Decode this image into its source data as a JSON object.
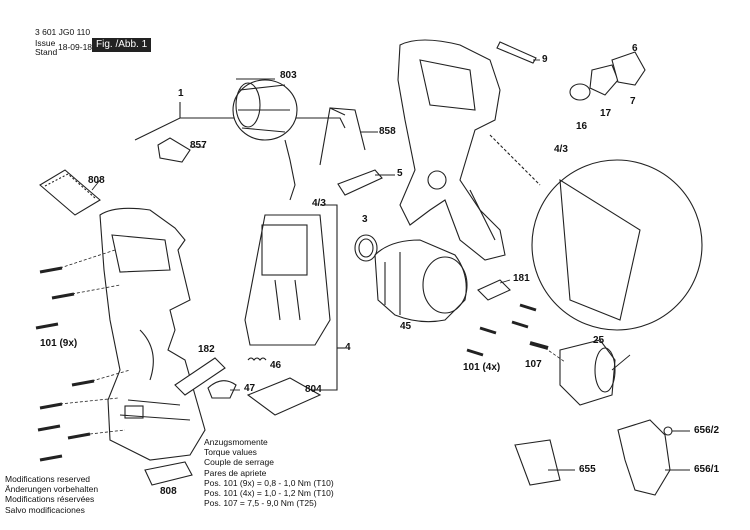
{
  "header": {
    "doc_number": "3 601 JG0 110",
    "issue_label": "Issue",
    "stand_label": "Stand",
    "issue_date": "18-09-18",
    "figure_label": "Fig. /Abb. 1"
  },
  "callouts": {
    "p1": "1",
    "p803": "803",
    "p857": "857",
    "p858": "858",
    "p808a": "808",
    "p4_3": "4/3",
    "p5": "5",
    "p3": "3",
    "p181": "181",
    "p45": "45",
    "p9": "9",
    "p6": "6",
    "p7": "7",
    "p16": "16",
    "p17": "17",
    "p4_3b": "4/3",
    "p101_9x": "101 (9x)",
    "p182": "182",
    "p46": "46",
    "p4": "4",
    "p47": "47",
    "p804": "804",
    "p101_4x": "101 (4x)",
    "p107": "107",
    "p25": "25",
    "p656_2": "656/2",
    "p656_1": "656/1",
    "p655": "655",
    "p808b": "808"
  },
  "torque": {
    "lines": [
      "Anzugsmomente",
      "Torque values",
      "Couple de serrage",
      "Pares de apriete",
      "Pos. 101 (9x) = 0,8 - 1,0 Nm (T10)",
      "Pos. 101 (4x) = 1,0 - 1,2 Nm (T10)",
      "Pos. 107 = 7,5 - 9,0 Nm (T25)"
    ]
  },
  "modifications": {
    "lines": [
      "Modifications reserved",
      "Änderungen vorbehalten",
      "Modifications réservées",
      "Salvo modificaciones"
    ]
  }
}
